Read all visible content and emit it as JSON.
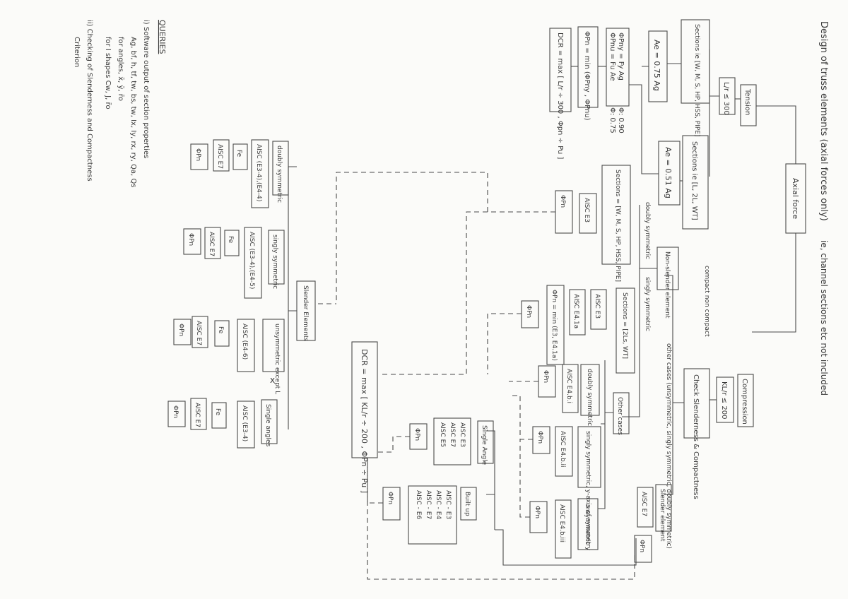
{
  "page": {
    "title": "Design of truss elements (axial forces only)",
    "title_note": "ie, channel sections etc not included"
  },
  "tree": {
    "axial_force": "Axial force",
    "tension": {
      "label": "Tension",
      "slenderness": "L/r ≤ 300",
      "sections_wmship": "Sections ie [W, M, S, HP, HSS, PIPE]",
      "sections_angles": "Sections ie [L, 2L, WT]",
      "ae_first": "Ae = 0.75 Ag",
      "ae_second": "Ae = 0.51 Ag",
      "yield": "ΦPny = Fy Ag",
      "yield_phi": "Φ: 0.90",
      "rupture": "ΦPnu = Fu Ae",
      "rupture_phi": "Φ: 0.75",
      "min_eq": "ΦPn = min (ΦPny , ΦPnu)",
      "dcr": "DCR = max [ L/r ÷ 300 , Φpn ÷ Pu ]"
    },
    "compression": {
      "label": "Compression",
      "slenderness": "KL/r ≤ 200",
      "check": "Check Slenderness & Compactness",
      "non_slender": "Non-slender element",
      "compact_note": "compact non compact",
      "slender": "Slender element",
      "slender_aisc": "AISC E7",
      "slender_phi": "ΦPn",
      "doubly_note": "doubly symmetric",
      "sections_wmship": "Sections = [W, M, S, HP, HSS, PIPE]",
      "aisc_e3": "AISC E3",
      "phi_pn": "ΦPn",
      "singly_note": "singly symmetric",
      "sections_angles": "Sections = [2Ls, WT]",
      "singly_aisc_e3": "AISC E3",
      "singly_aisc_e4": "AISC E4.1a",
      "singly_min": "ΦPn = min (E3, E4.1a)",
      "singly_phi": "ΦPn",
      "other_cases": "Other cases",
      "other_note": "other cases (unsymmetric, singly symmetric, doubly symmetric)",
      "doubly": "doubly symmetric",
      "doubly_aisc": "AISC E4.b.i",
      "doubly_phi": "ΦPn",
      "singly_y": "singly symmetric, y-axis of symmetry",
      "singly_y_aisc": "AISC E4.b.ii",
      "singly_y_phi": "ΦPn",
      "unsym": "unsymmetric",
      "unsym_aisc": "AISC E4.b.iii",
      "unsym_phi": "ΦPn",
      "single_angle": "Single Angle",
      "single_angle_aisc": [
        "AISC E3",
        "AISC E7",
        "AISC E5"
      ],
      "single_angle_phi": "ΦPn",
      "built_up": "Built up",
      "built_up_aisc": [
        "AISC - E3",
        "AISC - E4",
        "AISC - E7",
        "AISC - E6"
      ],
      "built_up_phi": "ΦPn",
      "dcr": "DCR = max [ KL/r ÷ 200 , ΦPn ÷ Pu ]"
    },
    "slender_branch": {
      "label": "Slender Elements",
      "cross": "x",
      "doubly": "doubly symmetric",
      "doubly_aisc": "AISC (E3-4),(E4-4)",
      "doubly_fe": "Fe",
      "doubly_e7": "AISC E7",
      "doubly_phi": "ΦPn",
      "singly": "singly symmetric",
      "singly_aisc": "AISC (E3-4),(E4-5)",
      "singly_fe": "Fe",
      "singly_e7": "AISC E7",
      "singly_phi": "ΦPn",
      "unsym": "unsymmetric except L",
      "unsym_aisc": "AISC (E4-6)",
      "unsym_fe": "Fe",
      "unsym_e7": "AISC E7",
      "unsym_phi": "ΦPn",
      "single": "Single angles",
      "single_aisc": "AISC (E3-4)",
      "single_fe": "Fe",
      "single_e7": "AISC E7",
      "single_phi": "ΦPn"
    }
  },
  "queries": {
    "title": "QUERIES",
    "q1_line1": "i) Software output of section properties",
    "q1_line2": "Ag, bf, h, tf, tw, bs, tw, Ix, Iy, rx, ry, Qa, Qs",
    "q1_line3": "for angles, x̄, ȳ, r̄o",
    "q1_line4": "for I shapes Cw, J, r̄o",
    "q2_line1": "ii) Checking of Slenderness and Compactness",
    "q2_line2": "Criterion"
  }
}
